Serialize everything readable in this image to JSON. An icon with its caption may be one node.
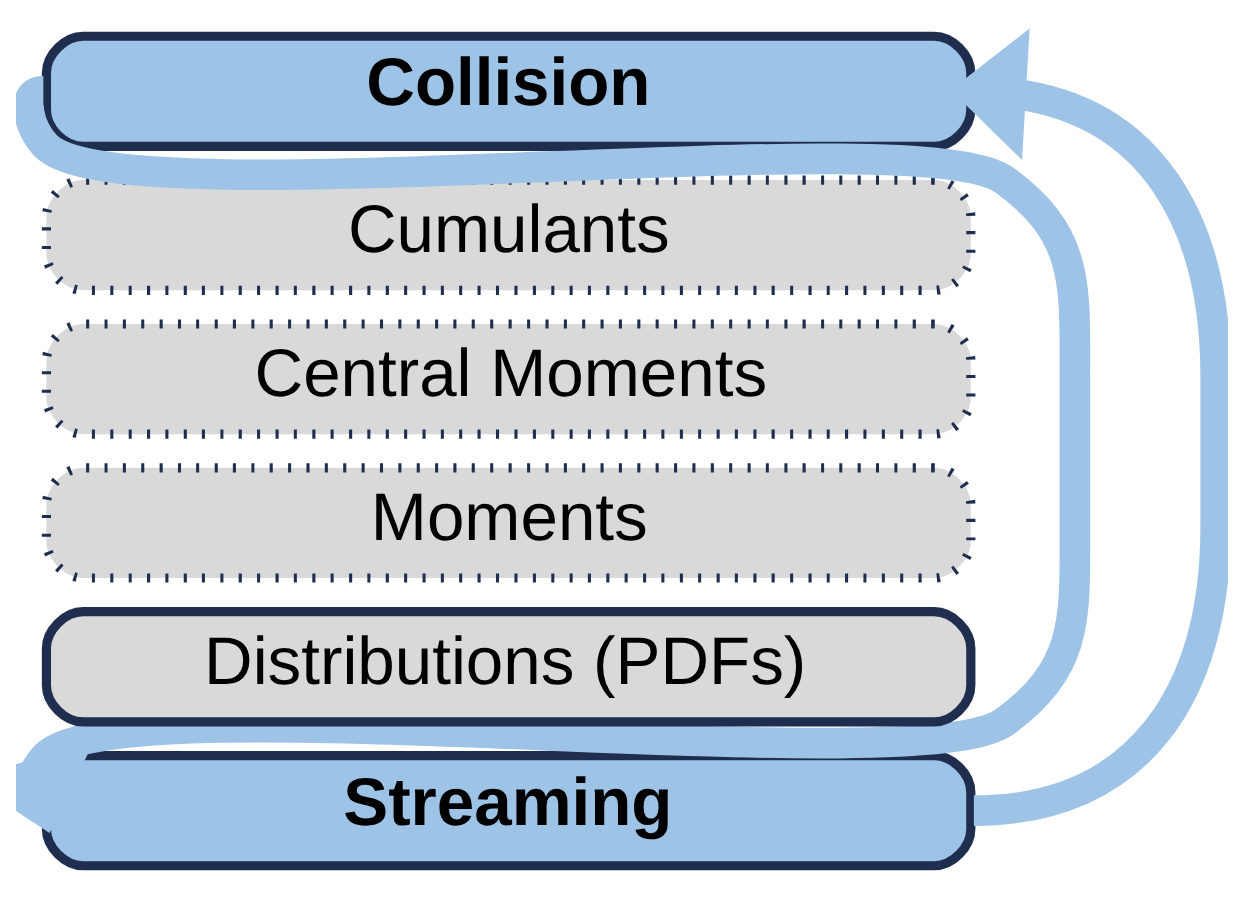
{
  "diagram": {
    "nodes": [
      {
        "text": [
          "Collision"
        ]
      },
      {
        "text": [
          "Cumulants"
        ]
      },
      {
        "text": [
          "Central Moments"
        ]
      },
      {
        "text": [
          "Moments"
        ]
      },
      {
        "text": [
          "Distributions (PDFs)"
        ]
      },
      {
        "text": [
          "Streaming"
        ]
      }
    ],
    "edges": [
      {
        "from": 0,
        "to": 5,
        "arrow": "to"
      },
      {
        "from": 5,
        "to": 0,
        "arrow": "to"
      }
    ]
  }
}
